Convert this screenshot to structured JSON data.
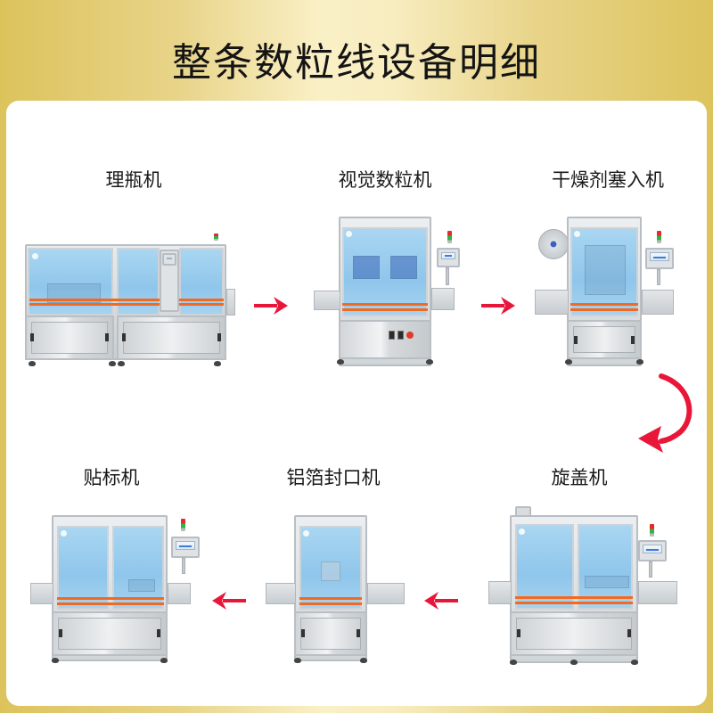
{
  "header": {
    "title": "整条数粒线设备明细"
  },
  "colors": {
    "gold_edge": "#dcc35c",
    "gold_center": "#faf0c6",
    "panel": "#ffffff",
    "arrow": "#e8173a",
    "glass_blue": "#8fc6eb",
    "stripe_orange": "#f26a21"
  },
  "flow": {
    "steps": [
      {
        "order": 1,
        "label": "理瓶机"
      },
      {
        "order": 2,
        "label": "视觉数粒机"
      },
      {
        "order": 3,
        "label": "干燥剂塞入机"
      },
      {
        "order": 4,
        "label": "旋盖机"
      },
      {
        "order": 5,
        "label": "铝箔封口机"
      },
      {
        "order": 6,
        "label": "贴标机"
      }
    ],
    "arrows": [
      {
        "from": 1,
        "to": 2,
        "direction": "right",
        "icon": "arrow-right-icon"
      },
      {
        "from": 2,
        "to": 3,
        "direction": "right",
        "icon": "arrow-right-icon"
      },
      {
        "from": 3,
        "to": 4,
        "direction": "curved-down-left",
        "icon": "arrow-curved-icon"
      },
      {
        "from": 4,
        "to": 5,
        "direction": "left",
        "icon": "arrow-left-icon"
      },
      {
        "from": 5,
        "to": 6,
        "direction": "left",
        "icon": "arrow-left-icon"
      }
    ]
  }
}
